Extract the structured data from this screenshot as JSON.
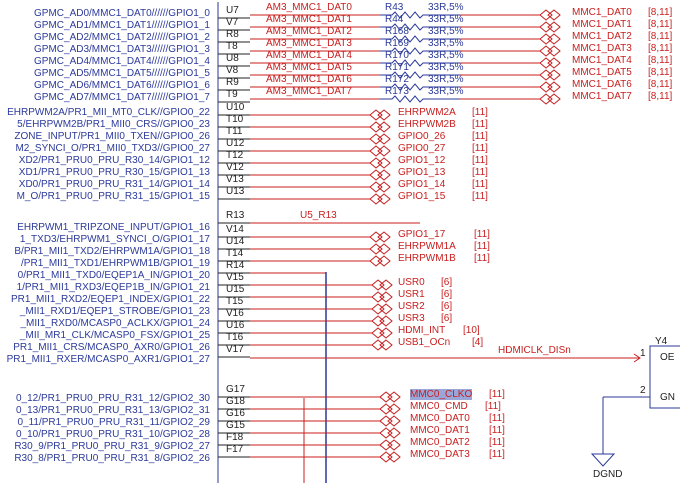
{
  "colors": {
    "wire": "#c81e1e",
    "text_blue": "#2b3a9a",
    "pin_text": "#222222",
    "bus": "#2b3a9a"
  },
  "left_signals": [
    "GPMC_AD0/MMC1_DAT0//////GPIO1_0",
    "GPMC_AD1/MMC1_DAT1//////GPIO1_1",
    "GPMC_AD2/MMC1_DAT2//////GPIO1_2",
    "GPMC_AD3/MMC1_DAT3//////GPIO1_3",
    "GPMC_AD4/MMC1_DAT4//////GPIO1_4",
    "GPMC_AD5/MMC1_DAT5//////GPIO1_5",
    "GPMC_AD6/MMC1_DAT6//////GPIO1_6",
    "GPMC_AD7/MMC1_DAT7//////GPIO1_7",
    "EHRPWM2A/PR1_MII_MT0_CLK//GPIO0_22",
    "5/EHRPWM2B/PR1_MII0_CRS//GPIO0_23",
    "ZONE_INPUT/PR1_MII0_TXEN//GPIO0_26",
    "M2_SYNCI_O/PR1_MII0_TXD3//GPIO0_27",
    "XD2/PR1_PRU0_PRU_R30_14/GPIO1_12",
    "XD1/PR1_PRU0_PRU_R30_15/GPIO1_13",
    "XD0/PR1_PRU0_PRU_R31_14/GPIO1_14",
    "M_O/PR1_PRU0_PRU_R31_15/GPIO1_15",
    "EHRPWM1_TRIPZONE_INPUT/GPIO1_16",
    "1_TXD3/EHRPWM1_SYNCI_O/GPIO1_17",
    "B/PR1_MII1_TXD2/EHRPWM1A/GPIO1_18",
    "/PR1_MII1_TXD1/EHRPWM1B/GPIO1_19",
    "0/PR1_MII1_TXD0/EQEP1A_IN/GPIO1_20",
    "1/PR1_MII1_RXD3/EQEP1B_IN/GPIO1_21",
    "PR1_MII1_RXD2/EQEP1_INDEX/GPIO1_22",
    "_MII1_RXD1/EQEP1_STROBE/GPIO1_23",
    "_MII1_RXD0/MCASP0_ACLKX/GPIO1_24",
    "_MII_MR1_CLK/MCASP0_FSX/GPIO1_25",
    "PR1_MII1_CRS/MCASP0_AXR0/GPIO1_26",
    "PR1_MII1_RXER/MCASP0_AXR1/GPIO1_27",
    "0_12/PR1_PRU0_PRU_R31_12/GPIO2_30",
    "0_13/PR1_PRU0_PRU_R31_13/GPIO2_31",
    "0_11/PR1_PRU0_PRU_R31_11/GPIO2_29",
    "0_10/PR1_PRU0_PRU_R31_10/GPIO2_28",
    "R30_9/PR1_PRU0_PRU_R31_9/GPIO2_27",
    "R30_8/PR1_PRU0_PRU_R31_8/GPIO2_26"
  ],
  "pins": [
    "U7",
    "V7",
    "R8",
    "T8",
    "U8",
    "V8",
    "R9",
    "T9",
    "U10",
    "T10",
    "T11",
    "U12",
    "T12",
    "V12",
    "V13",
    "U13",
    "R13",
    "V14",
    "U14",
    "T14",
    "R14",
    "V15",
    "U15",
    "T15",
    "V16",
    "U16",
    "T16",
    "V17",
    "G17",
    "G18",
    "G16",
    "G15",
    "F18",
    "F17"
  ],
  "mmc_nets": [
    "AM3_MMC1_DAT0",
    "AM3_MMC1_DAT1",
    "AM3_MMC1_DAT2",
    "AM3_MMC1_DAT3",
    "AM3_MMC1_DAT4",
    "AM3_MMC1_DAT5",
    "AM3_MMC1_DAT6",
    "AM3_MMC1_DAT7"
  ],
  "resistors": {
    "refs": [
      "R43",
      "R44",
      "R168",
      "R169",
      "R170",
      "R171",
      "R172",
      "R173"
    ],
    "values": [
      "33R,5%",
      "33R,5%",
      "33R,5%",
      "33R,5%",
      "33R,5%",
      "33R,5%",
      "33R,5%",
      "33R,5%"
    ]
  },
  "mmc_out": {
    "names": [
      "MMC1_DAT0",
      "MMC1_DAT1",
      "MMC1_DAT2",
      "MMC1_DAT3",
      "MMC1_DAT4",
      "MMC1_DAT5",
      "MMC1_DAT6",
      "MMC1_DAT7"
    ],
    "refs": [
      "[8,11]",
      "[8,11]",
      "[8,11]",
      "[8,11]",
      "[8,11]",
      "[8,11]",
      "[8,11]",
      "[8,11]"
    ]
  },
  "ports_a": {
    "names": [
      "EHRPWM2A",
      "EHRPWM2B",
      "GPIO0_26",
      "GPIO0_27",
      "GPIO1_12",
      "GPIO1_13",
      "GPIO1_14",
      "GPIO1_15"
    ],
    "refs": [
      "[11]",
      "[11]",
      "[11]",
      "[11]",
      "[11]",
      "[11]",
      "[11]",
      "[11]"
    ]
  },
  "u5_r13": "U5_R13",
  "ports_b": {
    "names": [
      "GPIO1_17",
      "EHRPWM1A",
      "EHRPWM1B"
    ],
    "refs": [
      "[11]",
      "[11]",
      "[11]"
    ]
  },
  "ports_usr": {
    "names": [
      "USR0",
      "USR1",
      "USR2",
      "USR3",
      "HDMI_INT",
      "USB1_OCn"
    ],
    "refs": [
      "[6]",
      "[6]",
      "[6]",
      "[6]",
      "[10]",
      "[4]"
    ]
  },
  "hdmi_clk": "HDMICLK_DISn",
  "y4": {
    "ref": "Y4",
    "pin1": "1",
    "pin1_name": "OE",
    "pin2": "2",
    "pin2_name": "GN"
  },
  "gnd": "DGND",
  "ports_mmc0": {
    "names": [
      "MMC0_CLKO",
      "MMC0_CMD",
      "MMC0_DAT0",
      "MMC0_DAT1",
      "MMC0_DAT2",
      "MMC0_DAT3"
    ],
    "refs": [
      "[11]",
      "[11]",
      "[11]",
      "[11]",
      "[11]",
      "[11]"
    ]
  }
}
